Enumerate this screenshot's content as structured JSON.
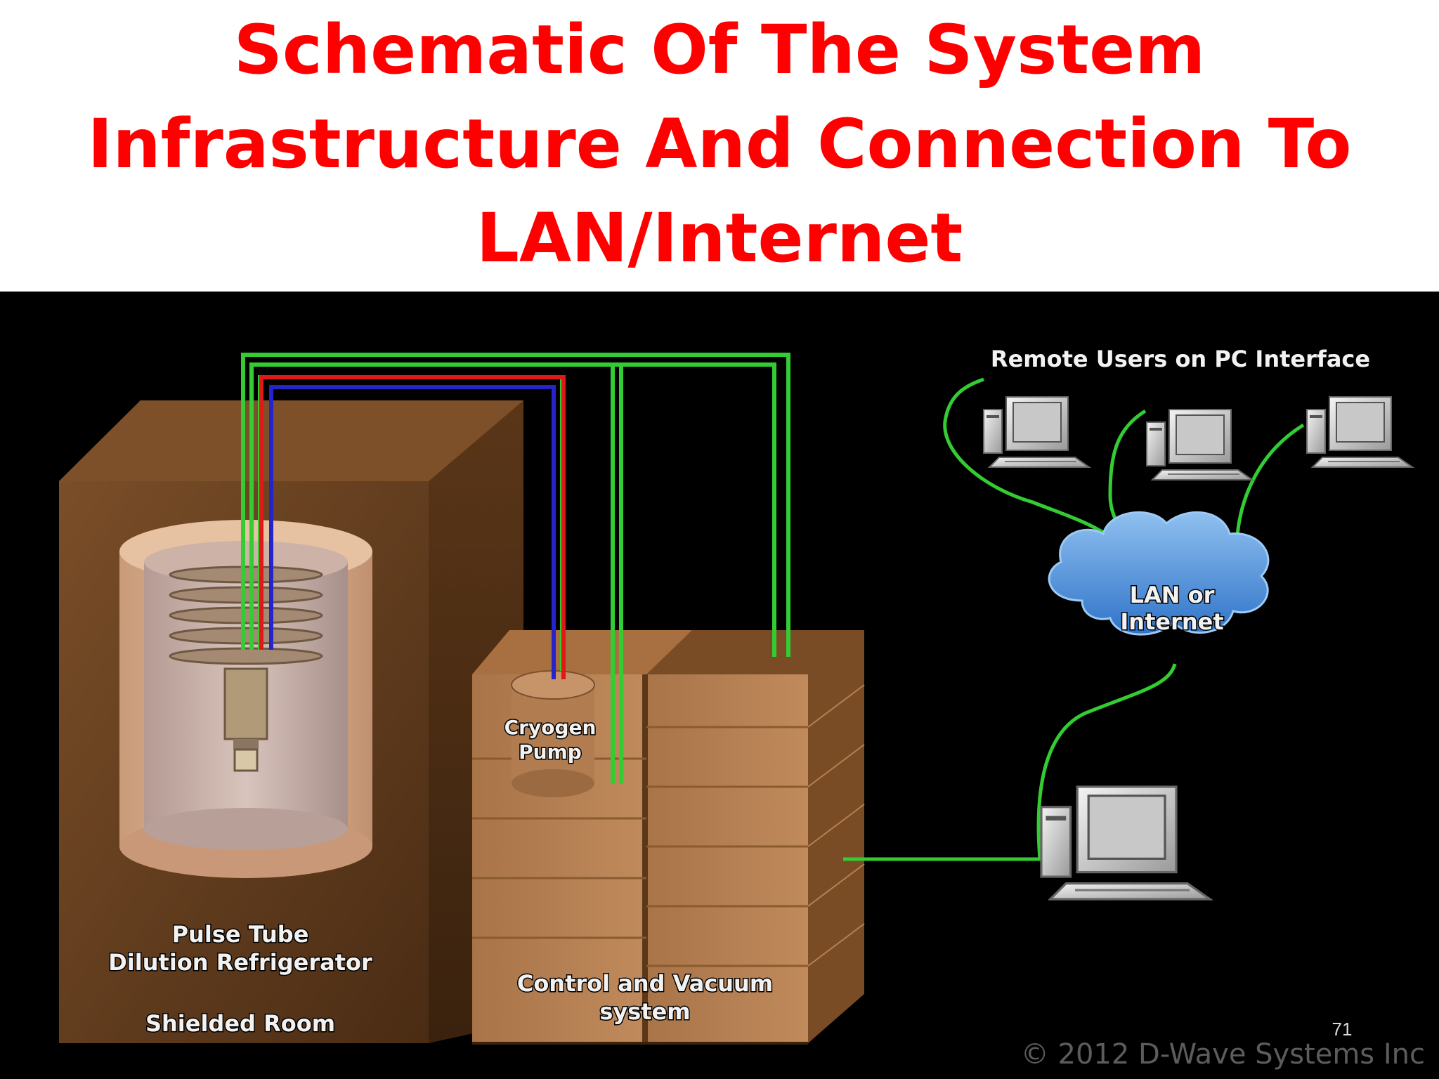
{
  "slide": {
    "title_lines": [
      "Schematic Of The System",
      "Infrastructure And Connection To",
      "LAN/Internet"
    ],
    "slide_number": "71",
    "copyright": "© 2012 D-Wave Systems Inc"
  },
  "diagram": {
    "remote_users_label": "Remote Users on PC Interface",
    "cloud_label_lines": [
      "LAN or",
      "Internet"
    ],
    "cryogen_pump_lines": [
      "Cryogen",
      "Pump"
    ],
    "refrigerator_lines": [
      "Pulse Tube",
      "Dilution Refrigerator"
    ],
    "shielded_room_label": "Shielded Room",
    "control_lines": [
      "Control and Vacuum",
      "system"
    ],
    "colors": {
      "title": "#ff0000",
      "green_cable": "#33cc33",
      "red_cable": "#e01818",
      "blue_cable": "#2424c8",
      "cloud": "#5b9ee0",
      "wood": "#6b4422"
    },
    "icons": [
      "desktop-pc-icon",
      "cloud-icon",
      "cryogen-pump-icon",
      "refrigerator-coil-icon"
    ]
  }
}
